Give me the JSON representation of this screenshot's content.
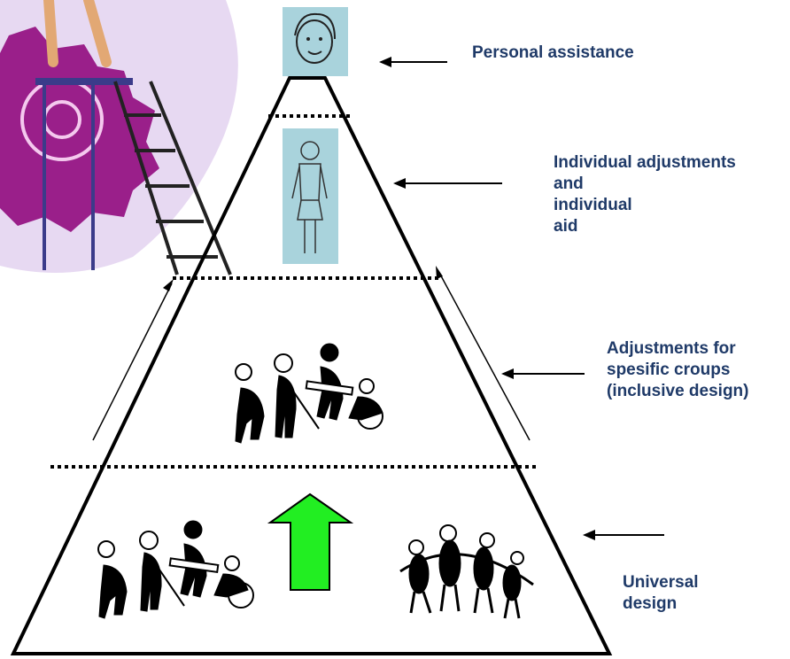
{
  "levels": [
    {
      "id": "personal",
      "lines": [
        "Personal assistance"
      ]
    },
    {
      "id": "individual",
      "lines": [
        "Individual adjustments",
        "and",
        "individual",
        "aid"
      ]
    },
    {
      "id": "groups",
      "lines": [
        "Adjustments for",
        "spesific croups",
        "(inclusive design)"
      ]
    },
    {
      "id": "universal",
      "lines": [
        "Universal",
        "design"
      ]
    }
  ],
  "colors": {
    "label": "#1f3a68",
    "outline": "#000000",
    "portrait_bg": "#a9d3dc",
    "arrow_up": "#22ee22",
    "gear": "#9a1f8a",
    "blob": "#e7d9f2"
  },
  "icons": [
    "gear-ladder-illustration",
    "face-portrait-icon",
    "standing-person-icon",
    "disabled-group-icon",
    "linked-people-icon",
    "up-arrow-icon"
  ]
}
